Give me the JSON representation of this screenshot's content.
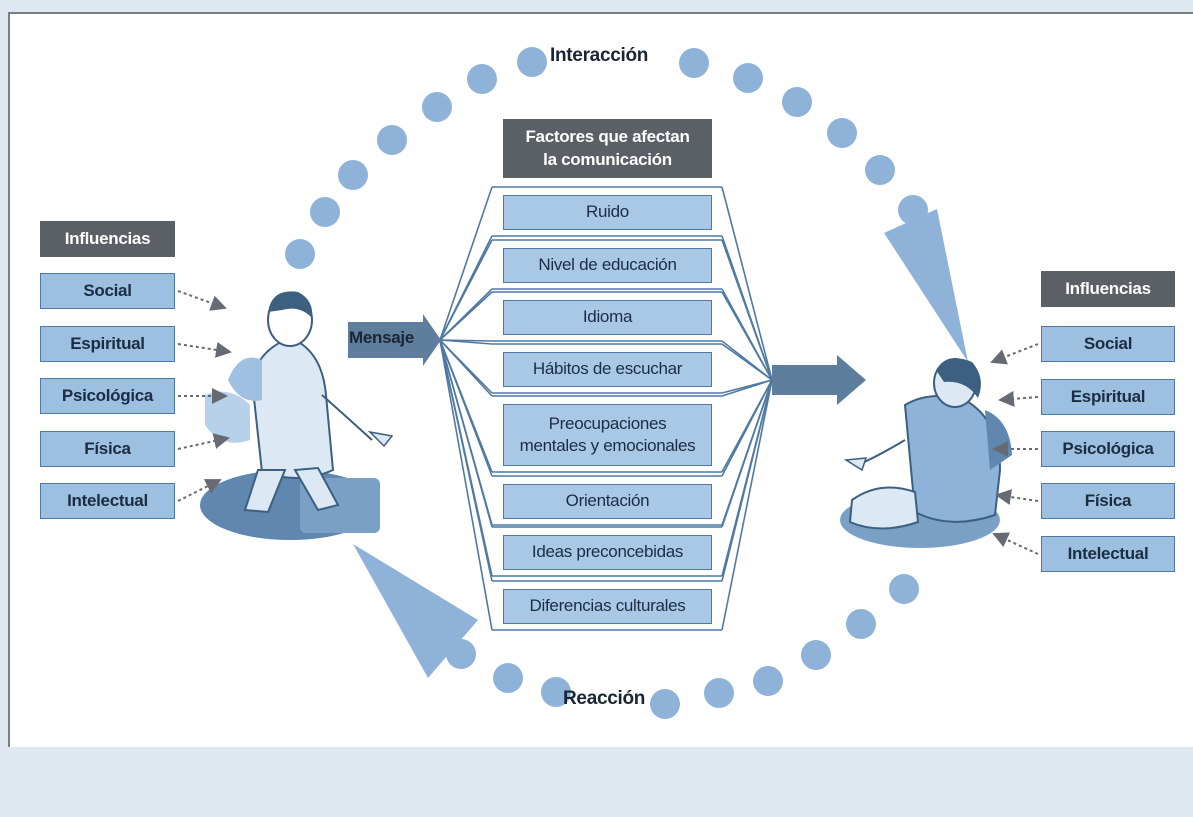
{
  "top_label": "Interacción",
  "bottom_label": "Reacción",
  "message_label": "Mensaje",
  "factors": {
    "title_line1": "Factores que afectan",
    "title_line2": "la comunicación",
    "items": [
      "Ruido",
      "Nivel de educación",
      "Idioma",
      "Hábitos de escuchar",
      [
        "Preocupaciones",
        "mentales y emocionales"
      ],
      "Orientación",
      "Ideas preconcebidas",
      "Diferencias culturales"
    ]
  },
  "left_influences": {
    "title": "Influencias",
    "items": [
      "Social",
      "Espiritual",
      "Psicológica",
      "Física",
      "Intelectual"
    ]
  },
  "right_influences": {
    "title": "Influencias",
    "items": [
      "Social",
      "Espiritual",
      "Psicológica",
      "Física",
      "Intelectual"
    ]
  },
  "colors": {
    "dot": "#8fb3d8",
    "box_fill": "#9dc0e0",
    "box_border": "#4f79a3",
    "header_fill": "#5b5f66",
    "arrow": "#5f7e9d",
    "background": "#dfe7f1"
  }
}
